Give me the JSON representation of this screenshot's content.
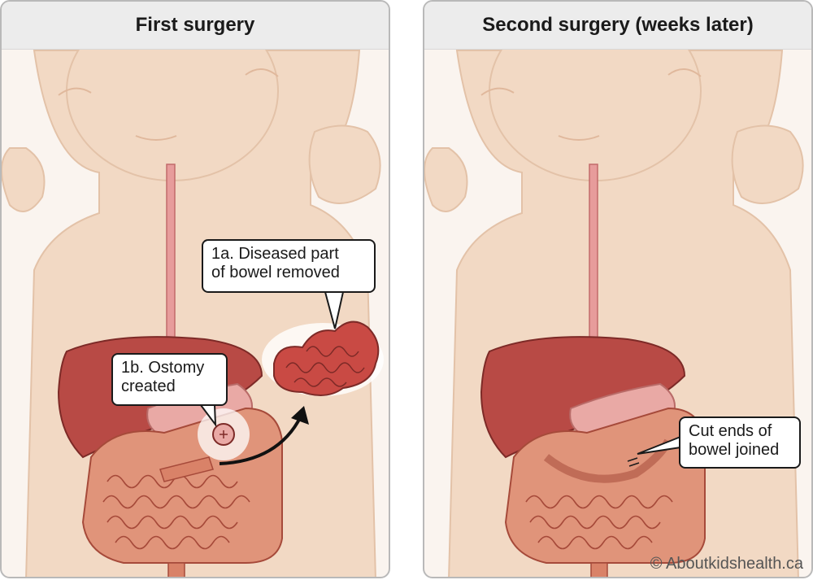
{
  "panels": [
    {
      "title": "First surgery",
      "callouts": [
        {
          "lines": [
            "1a. Diseased part",
            "of bowel removed"
          ]
        },
        {
          "lines": [
            "1b. Ostomy",
            "created"
          ]
        }
      ]
    },
    {
      "title": "Second surgery (weeks later)",
      "callouts": [
        {
          "lines": [
            "Cut ends of",
            "bowel joined"
          ]
        }
      ]
    }
  ],
  "copyright": "© Aboutkidshealth.ca",
  "colors": {
    "skin": "#f2d9c4",
    "skin_outline": "#e3c2a8",
    "liver": "#b84a45",
    "stomach": "#e9a9a5",
    "intestine": "#d98268",
    "intestine_outline": "#a64a3a",
    "diseased_bowel": "#c94a44",
    "arrow": "#111111"
  }
}
